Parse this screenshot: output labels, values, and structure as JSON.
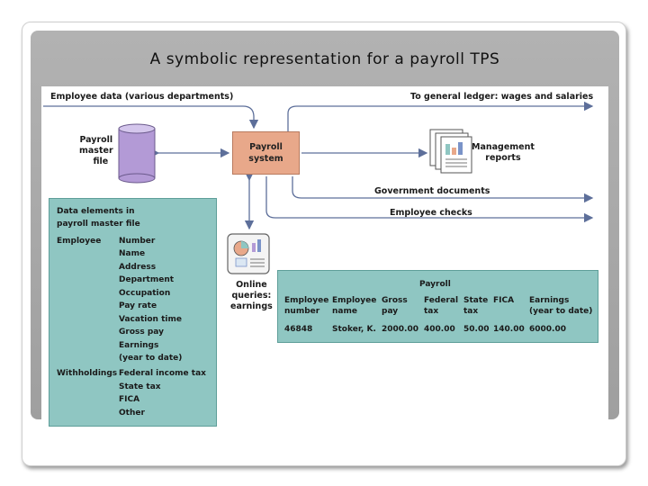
{
  "slide_title": "A symbolic representation for a payroll TPS",
  "diagram": {
    "input_label": "Employee data (various departments)",
    "output_ledger": "To general ledger: wages and salaries",
    "master_file": [
      "Payroll",
      "master",
      "file"
    ],
    "process": [
      "Payroll",
      "system"
    ],
    "reports": [
      "Management",
      "reports"
    ],
    "gov_docs": "Government documents",
    "checks": "Employee checks",
    "queries": [
      "Online",
      "queries:",
      "earnings"
    ]
  },
  "elements_panel": {
    "title": [
      "Data elements in",
      "payroll master file"
    ],
    "employee_label": "Employee",
    "employee_fields": [
      "Number",
      "Name",
      "Address",
      "Department",
      "Occupation",
      "Pay rate",
      "Vacation time",
      "Gross pay",
      "Earnings",
      "(year to date)"
    ],
    "withholdings_label": "Withholdings",
    "withholding_fields": [
      "Federal income tax",
      "State tax",
      "FICA",
      "Other"
    ]
  },
  "payroll_table": {
    "title": "Payroll",
    "headers": [
      [
        "Employee",
        "number"
      ],
      [
        "Employee",
        "name"
      ],
      [
        "Gross",
        "pay"
      ],
      [
        "Federal",
        "tax"
      ],
      [
        "State",
        "tax"
      ],
      [
        "FICA",
        ""
      ],
      [
        "Earnings",
        "(year to date)"
      ]
    ],
    "row": [
      "46848",
      "Stoker, K.",
      "2000.00",
      "400.00",
      "50.00",
      "140.00",
      "6000.00"
    ]
  },
  "colors": {
    "panel": "#8fc6c2",
    "process": "#e8a88a",
    "cylinder": "#b39ad6",
    "arrow": "#5d6f9a"
  }
}
